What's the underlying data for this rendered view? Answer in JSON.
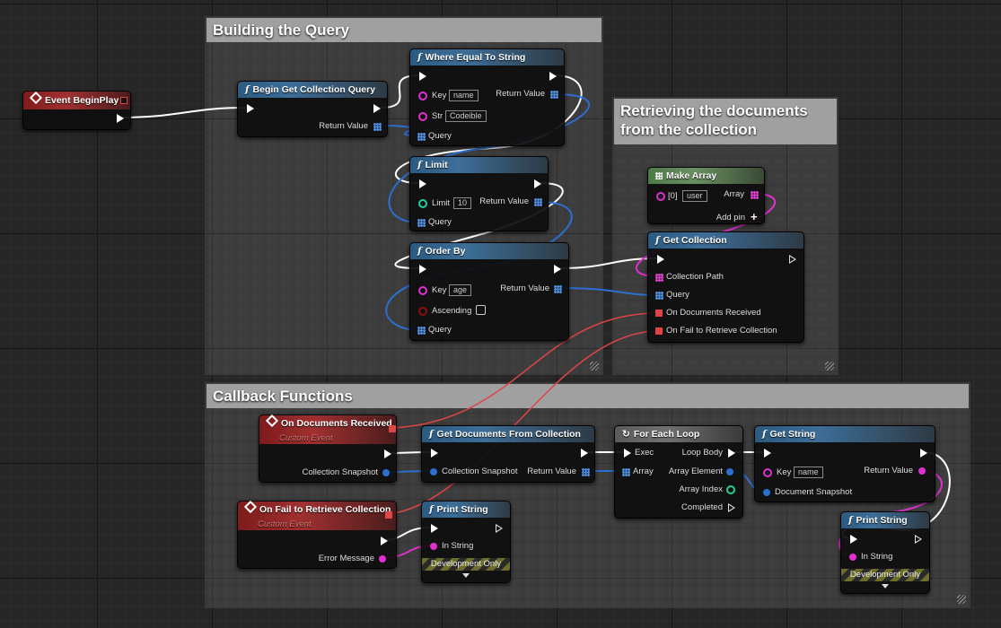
{
  "colors": {
    "exec": "#ffffff",
    "query": "#2c6fd0",
    "string": "#e030d0",
    "int": "#20d0a0",
    "bool": "#8a1010",
    "event": "#e04545",
    "snapshot": "#2c6fd0"
  },
  "comments": {
    "building": "Building the Query",
    "retrieving": "Retrieving the documents\nfrom the collection",
    "callback": "Callback Functions"
  },
  "nodes": {
    "begin_play": {
      "title": "Event BeginPlay"
    },
    "begin_query": {
      "title": "Begin Get Collection Query",
      "return_value": "Return Value"
    },
    "where_equal": {
      "title": "Where Equal To String",
      "key_label": "Key",
      "key_value": "name",
      "str_label": "Str",
      "str_value": "Codeible",
      "return_value": "Return Value",
      "query": "Query"
    },
    "limit": {
      "title": "Limit",
      "limit_label": "Limit",
      "limit_value": "10",
      "return_value": "Return Value",
      "query": "Query"
    },
    "order_by": {
      "title": "Order By",
      "key_label": "Key",
      "key_value": "age",
      "ascending": "Ascending",
      "return_value": "Return Value",
      "query": "Query"
    },
    "make_array": {
      "title": "Make Array",
      "index_label": "[0]",
      "index_value": "user",
      "array": "Array",
      "add_pin": "Add pin"
    },
    "get_collection": {
      "title": "Get Collection",
      "collection_path": "Collection Path",
      "query": "Query",
      "on_received": "On Documents Received",
      "on_fail": "On Fail to Retrieve Collection"
    },
    "on_docs_received": {
      "title": "On Documents Received",
      "subtitle": "Custom Event",
      "collection_snapshot": "Collection Snapshot"
    },
    "get_docs_from_collection": {
      "title": "Get Documents From Collection",
      "collection_snapshot": "Collection Snapshot",
      "return_value": "Return Value"
    },
    "for_each": {
      "title": "For Each Loop",
      "exec": "Exec",
      "loop_body": "Loop Body",
      "array": "Array",
      "array_element": "Array Element",
      "array_index": "Array Index",
      "completed": "Completed"
    },
    "get_string": {
      "title": "Get String",
      "key_label": "Key",
      "key_value": "name",
      "return_value": "Return Value",
      "document_snapshot": "Document Snapshot"
    },
    "on_fail": {
      "title": "On Fail to Retrieve Collection",
      "subtitle": "Custom Event",
      "error_message": "Error Message"
    },
    "print_string_1": {
      "title": "Print String",
      "in_string": "In String",
      "dev_only": "Development Only"
    },
    "print_string_2": {
      "title": "Print String",
      "in_string": "In String",
      "dev_only": "Development Only"
    }
  }
}
